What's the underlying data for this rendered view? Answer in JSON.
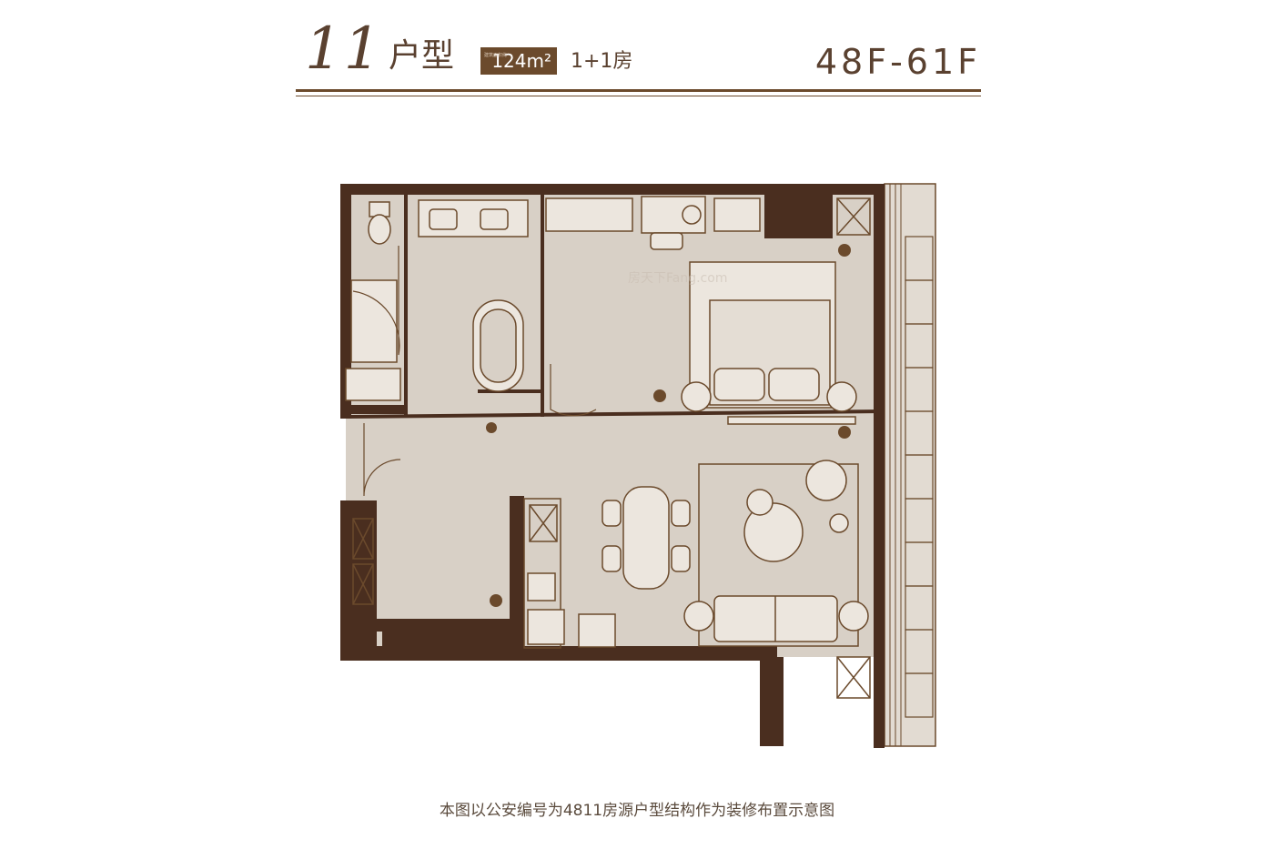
{
  "header": {
    "unit_number": "11",
    "unit_label": "户型",
    "area": "124m²",
    "area_fine_print": "建筑面积约",
    "rooms": "1+1房",
    "floors": "48F-61F"
  },
  "watermark": {
    "text": "房天下Fang.com"
  },
  "colors": {
    "wall": "#4a2e1f",
    "floor": "#d8d0c6",
    "line": "#6b4a2c",
    "accent": "#6b4a2c"
  },
  "caption": "本图以公安编号为4811房源户型结构作为装修布置示意图"
}
